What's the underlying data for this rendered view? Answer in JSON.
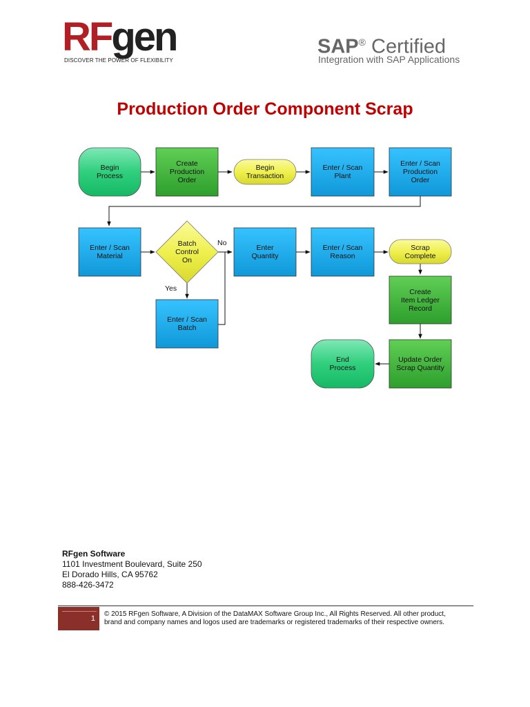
{
  "header": {
    "rfgen_logo": {
      "rf": "RF",
      "gen": "gen",
      "tagline": "DISCOVER THE POWER OF FLEXIBILITY"
    },
    "sap_logo": {
      "brand": "SAP",
      "reg_mark": "®",
      "certified": "Certified",
      "subtitle": "Integration with SAP Applications"
    }
  },
  "title": "Production Order Component Scrap",
  "flowchart": {
    "nodes": {
      "begin_process": "Begin\nProcess",
      "create_production_order": "Create\nProduction\nOrder",
      "begin_transaction": "Begin\nTransaction",
      "scan_plant": "Enter / Scan\nPlant",
      "scan_production_order": "Enter / Scan\nProduction\nOrder",
      "scan_material": "Enter / Scan\nMaterial",
      "batch_control": "Batch\nControl\nOn",
      "enter_quantity": "Enter\nQuantity",
      "scan_reason": "Enter / Scan\nReason",
      "scrap_complete": "Scrap\nComplete",
      "scan_batch": "Enter / Scan\nBatch",
      "create_item_ledger": "Create\nItem Ledger\nRecord",
      "update_order_scrap": "Update Order\nScrap Quantity",
      "end_process": "End\nProcess"
    },
    "edge_labels": {
      "no": "No",
      "yes": "Yes"
    }
  },
  "footer": {
    "company": "RFgen Software",
    "address_line1": "1101 Investment Boulevard, Suite 250",
    "address_line2": "El Dorado Hills, CA 95762",
    "phone": "888-426-3472",
    "page_number": "1",
    "copyright_symbol": "©",
    "copyright": "2015 RFgen Software, A Division of the DataMAX Software Group Inc., All Rights Reserved.  All other product, brand and company names and logos used are trademarks or registered trademarks of their respective owners."
  },
  "colors": {
    "title_red": "#c00000",
    "terminator_green": "#33cc77",
    "action_green": "#3fb13a",
    "input_blue": "#1fa9e8",
    "transaction_yellow": "#ecec48",
    "page_box": "#8b2f2a"
  }
}
